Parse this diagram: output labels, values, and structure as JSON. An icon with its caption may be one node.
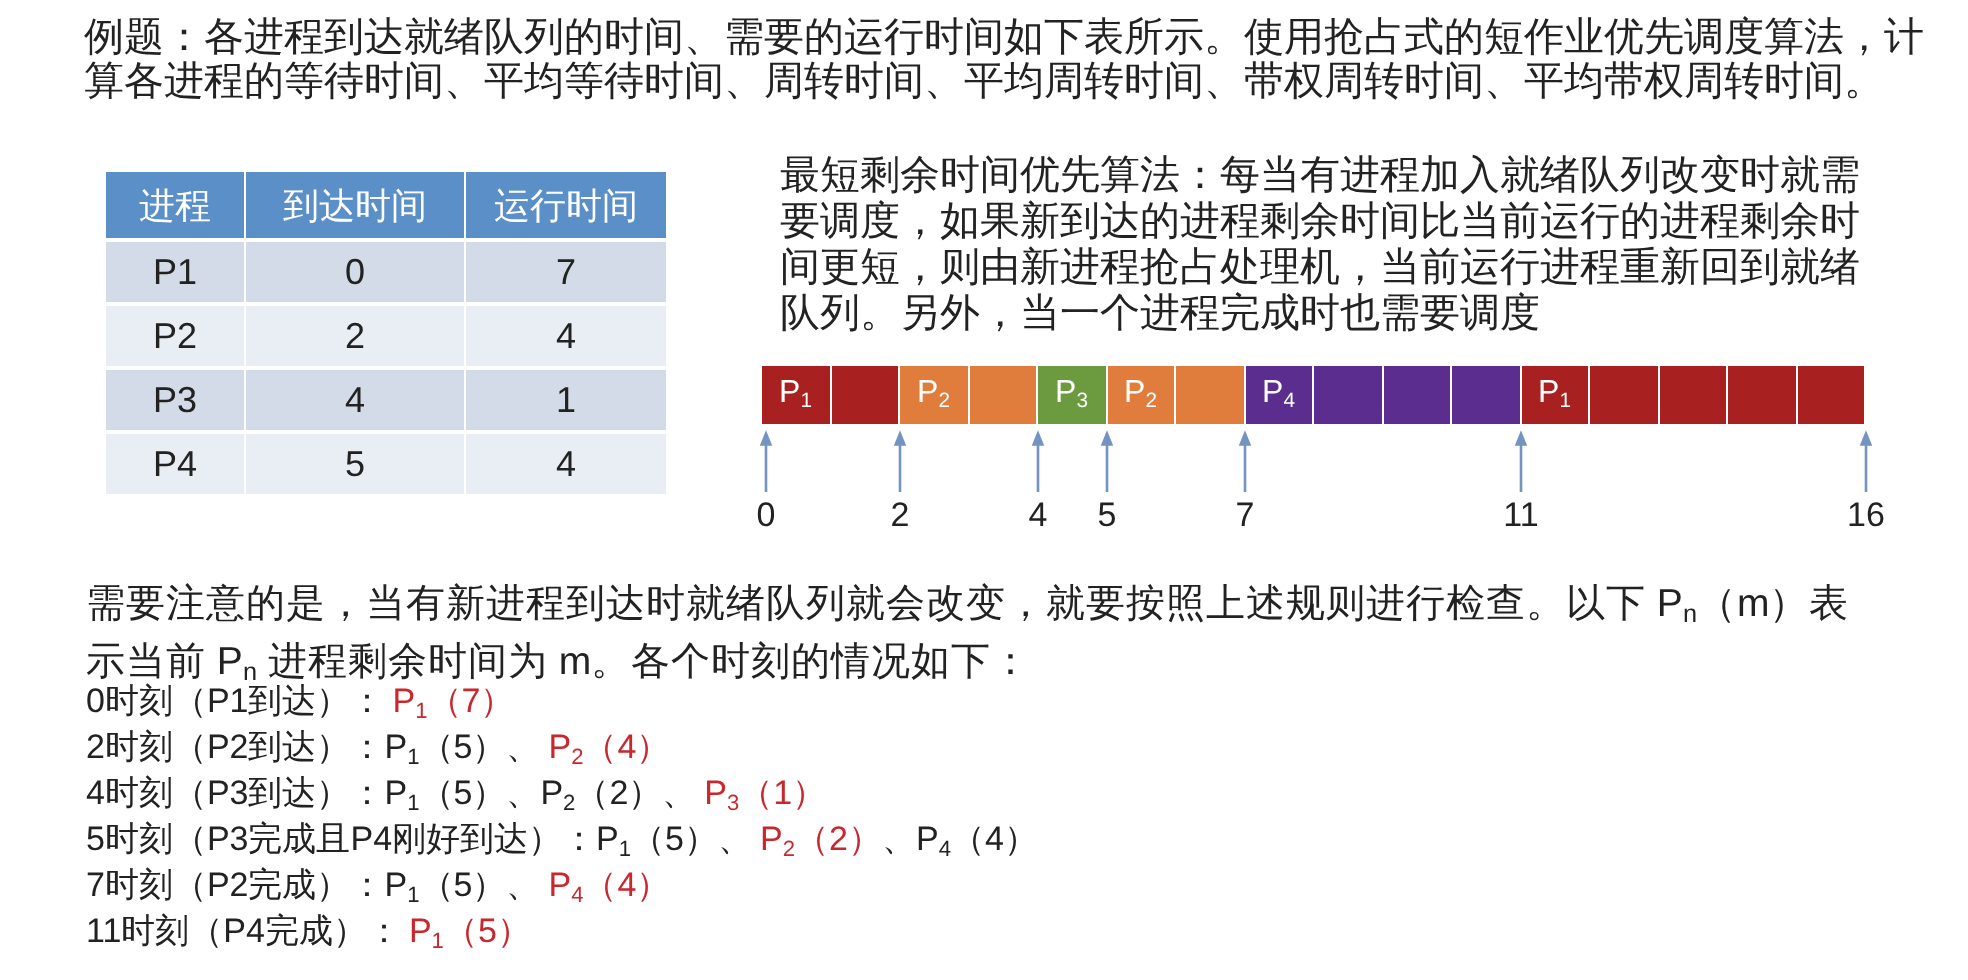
{
  "diagram": {
    "nodes": [
      {
        "text": [
          "P$_{1}$"
        ]
      },
      {
        "text": [],
        "shape": "box"
      },
      {
        "text": [
          "P$_{2}$"
        ]
      },
      {
        "text": [],
        "shape": "box"
      },
      {
        "text": [
          "P$_{3}$"
        ]
      },
      {
        "text": [
          "P$_{2}$"
        ]
      },
      {
        "text": [],
        "shape": "box"
      },
      {
        "text": [
          "P$_{4}$"
        ]
      },
      {
        "text": [],
        "shape": "box"
      },
      {
        "text": [],
        "shape": "box"
      },
      {
        "text": [],
        "shape": "box"
      },
      {
        "text": [
          "P$_{1}$"
        ]
      },
      {
        "text": [],
        "shape": "box"
      },
      {
        "text": [],
        "shape": "box"
      },
      {
        "text": [],
        "shape": "box"
      },
      {
        "text": [],
        "shape": "box"
      }
    ],
    "labels": [
      "例题：各进程到达就绪队列的时间、需要的运行时间如下表所示。使用抢占式的短作业优先调度算法，计算各进程的等待时间、平均等待时间、周转时间、平均周转时间、带权周转时间、平均带权周转时间。",
      "进程",
      "到达时间",
      "运行时间",
      "P1",
      "0",
      "7",
      "P2",
      "2",
      "4",
      "P3",
      "4",
      "1",
      "P4",
      "5",
      "4",
      "最短剩余时间优先算法：每当有进程加入就绪队列改变时就需要调度，如果新到达的进程剩余时间比当前运行的进程剩余时间更短，则由新进程抢占处理机，当前运行进程重新回到就绪队列。另外，当一个进程完成时也需要调度",
      "0",
      "2",
      "4",
      "5",
      "7",
      "11",
      "16",
      "需要注意的是，当有新进程到达时就绪队列就会改变，就要按照上述规则进行检查。以下 P$_{n}$（m）表示当前 P$_{n}$ 进程剩余时间为 m。各个时刻的情况如下：",
      "0时刻（P1到达）：",
      "P$_{1}$（7）",
      "2时刻（P2到达）：P$_{1}$（5）、",
      "P$_{2}$（4）",
      "4时刻（P3到达）：P$_{1}$（5）、P$_{2}$（2）、",
      "P$_{3}$（1）",
      "5时刻（P3完成且P4刚好到达）：P$_{1}$（5）、",
      "P$_{2}$（2）",
      "、P$_{4}$（4）",
      "7时刻（P2完成）：P$_{1}$（5）、",
      "P$_{4}$（4）",
      "11时刻（P4完成）：",
      "P$_{1}$（5）"
    ]
  }
}
